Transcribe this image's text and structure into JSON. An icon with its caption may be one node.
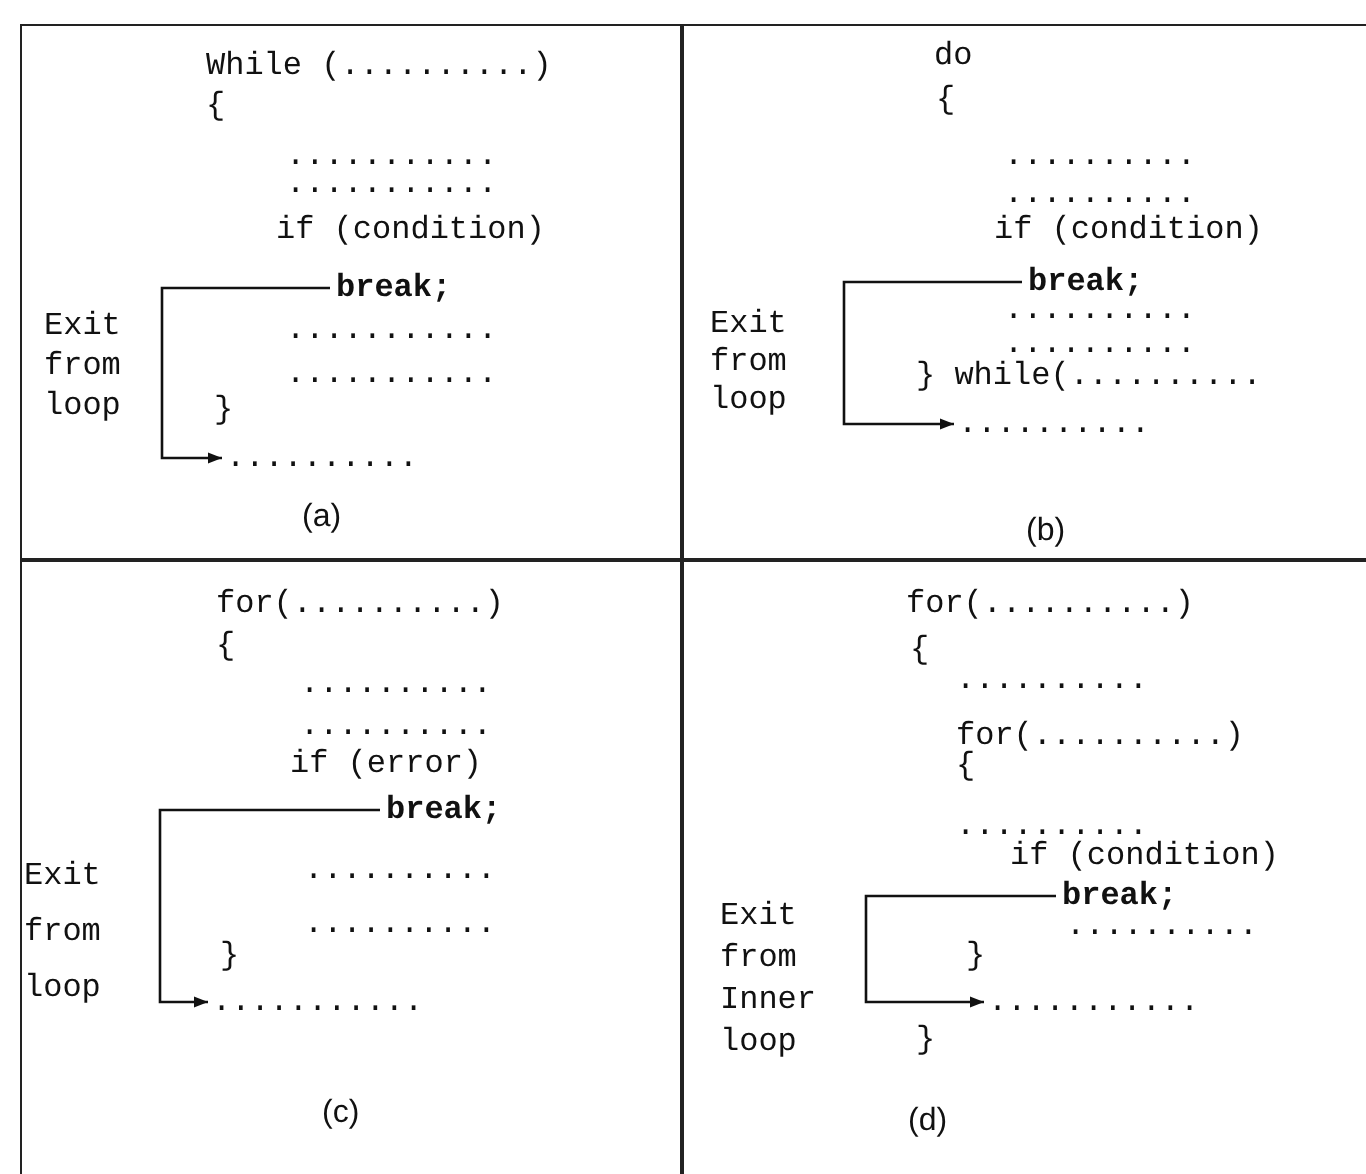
{
  "diagram": {
    "nodes": [
      {
        "text": [
          "(a)"
        ]
      },
      {
        "text": [
          "break;"
        ],
        "in": 0
      },
      {
        "text": [
          ".........."
        ],
        "in": 0
      },
      {
        "text": [
          "(b)"
        ]
      },
      {
        "text": [
          "break;"
        ],
        "in": 3
      },
      {
        "text": [
          ".........."
        ],
        "in": 3
      },
      {
        "text": [
          "(c)"
        ]
      },
      {
        "text": [
          "break;"
        ],
        "in": 6
      },
      {
        "text": [
          "..........."
        ],
        "in": 6
      },
      {
        "text": [
          "(d)"
        ]
      },
      {
        "text": [
          "break;"
        ],
        "in": 9
      },
      {
        "text": [
          "..........."
        ],
        "in": 9
      }
    ],
    "edges": [
      {
        "from": 1,
        "to": 2,
        "arrow": "to",
        "label": "Exit from loop"
      },
      {
        "from": 4,
        "to": 5,
        "arrow": "to",
        "label": "Exit from loop"
      },
      {
        "from": 7,
        "to": 8,
        "arrow": "to",
        "label": "Exit from loop"
      },
      {
        "from": 10,
        "to": 11,
        "arrow": "to",
        "label": "Exit from Inner loop"
      }
    ],
    "labels": [
      "While (..........)",
      "{",
      "...........",
      "...........",
      "if (condition)",
      "...........",
      "...........",
      "}",
      "do",
      "{",
      "..........",
      "..........",
      "if (condition)",
      "..........",
      "..........",
      "} while(..........",
      "for(..........)",
      "{",
      "..........",
      "..........",
      "if (error)",
      "..........",
      "..........",
      "}",
      "for(..........)",
      "{",
      "..........",
      "for(..........)",
      "{",
      "..........",
      "if (condition)",
      "..........",
      "}",
      "}"
    ]
  }
}
